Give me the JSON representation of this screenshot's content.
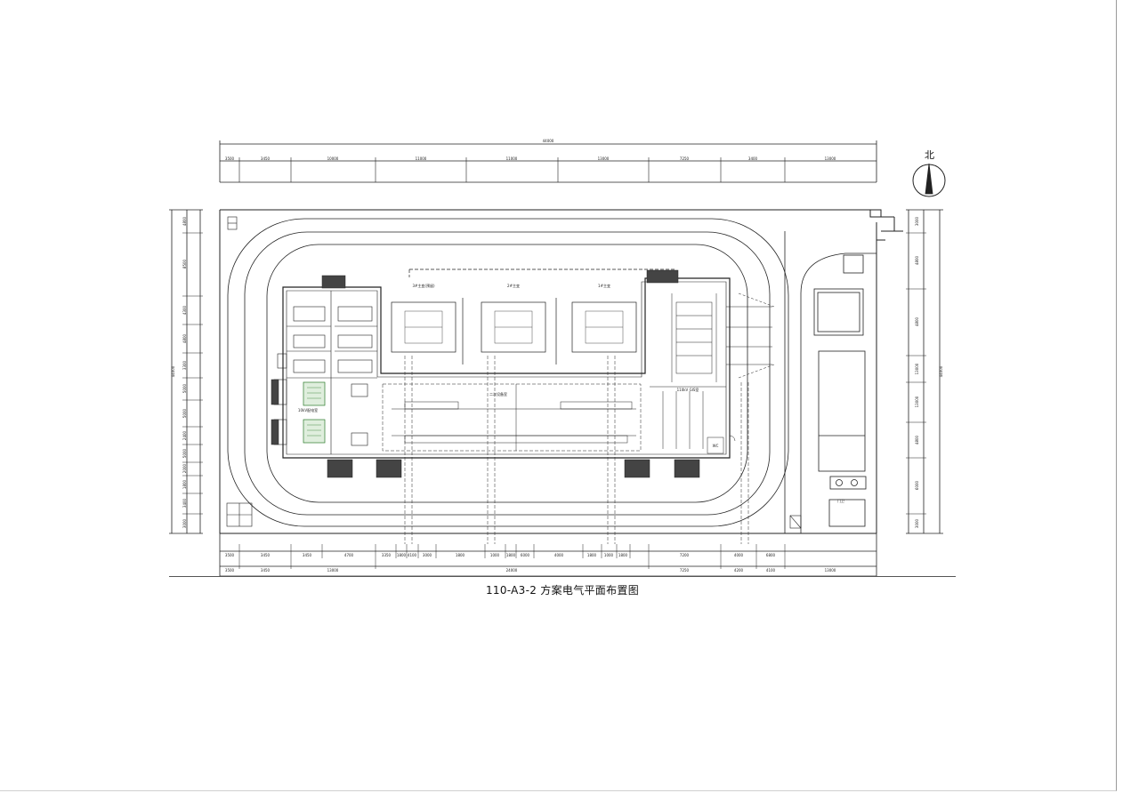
{
  "drawing": {
    "caption": "110-A3-2 方案电气平面布置图",
    "north_label": "北",
    "top_overall_dim": "44000",
    "top_dims": [
      "3500",
      "3450",
      "10000",
      "11000",
      "11000",
      "13000",
      "7250",
      "3400",
      "13000"
    ],
    "bottom_dims_row1": [
      "3500",
      "3450",
      "3450",
      "4700",
      "3350",
      "1800",
      "4100",
      "3000",
      "1800",
      "1000",
      "1800",
      "6000",
      "4000",
      "1800",
      "1000",
      "1800",
      "7200",
      "4000",
      "6800"
    ],
    "bottom_dims_row2": [
      "3500",
      "3450",
      "13000",
      "24000",
      "7250",
      "4200",
      "4100",
      "13000"
    ],
    "left_overall_dim": "44000",
    "left_dims": [
      "4800",
      "8500",
      "4300",
      "4800",
      "3300",
      "5000",
      "5000",
      "2400",
      "5000",
      "2000",
      "1800",
      "3400",
      "3000"
    ],
    "right_overall_dim": "44000",
    "right_dims": [
      "3000",
      "4800",
      "4800",
      "13000",
      "13000",
      "4800",
      "6000",
      "3000"
    ],
    "transformer_labels": [
      "3#主变(预留)",
      "2#主变",
      "1#主变"
    ],
    "room_labels": [
      "10kV配电室",
      "二次设备室",
      "110kV GIS室",
      "WC",
      "门卫"
    ]
  }
}
